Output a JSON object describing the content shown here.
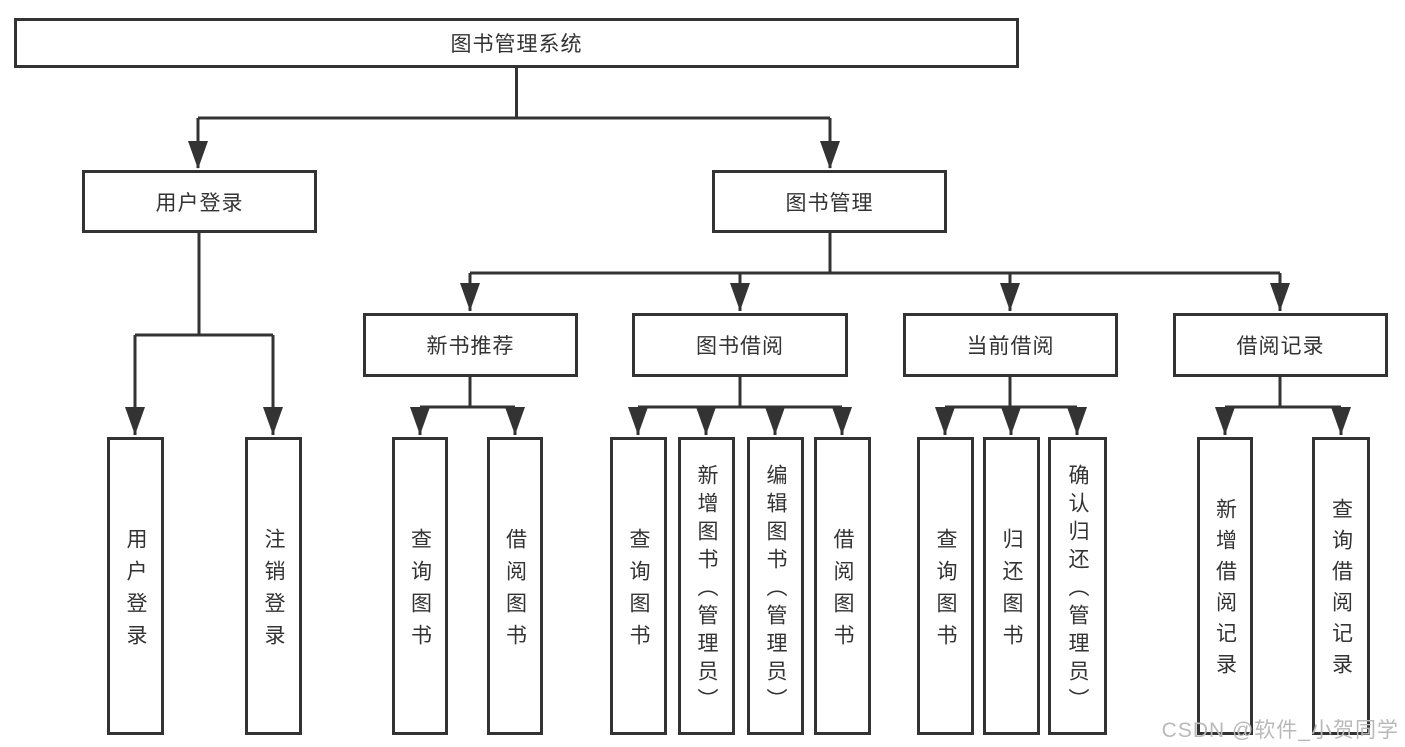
{
  "colors": {
    "line": "#333333",
    "box_border": "#333333",
    "text": "#333333",
    "watermark": "#b9b9b9",
    "background": "#ffffff"
  },
  "watermark": {
    "text": "CSDN @软件_小贺同学"
  },
  "tree": {
    "label": "图书管理系统",
    "children": [
      {
        "label": "用户登录",
        "children": [
          {
            "label": "用户登录"
          },
          {
            "label": "注销登录"
          }
        ]
      },
      {
        "label": "图书管理",
        "children": [
          {
            "label": "新书推荐",
            "children": [
              {
                "label": "查询图书"
              },
              {
                "label": "借阅图书"
              }
            ]
          },
          {
            "label": "图书借阅",
            "children": [
              {
                "label": "查询图书"
              },
              {
                "label": "新增图书（管理员）"
              },
              {
                "label": "编辑图书（管理员）"
              },
              {
                "label": "借阅图书"
              }
            ]
          },
          {
            "label": "当前借阅",
            "children": [
              {
                "label": "查询图书"
              },
              {
                "label": "归还图书"
              },
              {
                "label": "确认归还（管理员）"
              }
            ]
          },
          {
            "label": "借阅记录",
            "children": [
              {
                "label": "新增借阅记录"
              },
              {
                "label": "查询借阅记录"
              }
            ]
          }
        ]
      }
    ]
  }
}
